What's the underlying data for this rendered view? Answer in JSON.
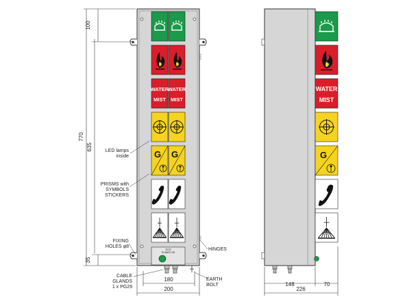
{
  "dimensions": {
    "total_height": "770",
    "prism_height": "635",
    "top_segment": "100",
    "bottom_segment": "35",
    "front_inner_width": "180",
    "front_total_width": "200",
    "side_body_width": "148",
    "side_total_width": "226",
    "side_prism_depth": "70"
  },
  "callouts": {
    "led_lamps": [
      "LED lamps",
      "inside"
    ],
    "prisms": [
      "PRISMS with",
      "SYMBOLS",
      "STICKERS"
    ],
    "fixing_holes": [
      "FIXING",
      "HOLES φ8"
    ],
    "cable_glands": [
      "CABLE",
      "GLANDS",
      "1 x PG29"
    ],
    "hinges": "HINGES",
    "earth_bolt": [
      "EARTH",
      "BOLT"
    ]
  },
  "panel_text": {
    "water_mist": [
      "WATER",
      "MIST"
    ],
    "g_letter": "G",
    "push_button": [
      "TEST",
      "POWER ON"
    ]
  },
  "colors": {
    "green": "#1a9a4a",
    "red": "#d91e2a",
    "yellow": "#f5d320",
    "white": "#ffffff",
    "housing": "#d6d6d6",
    "line": "#333333"
  },
  "symbols": [
    "car-wash-icon",
    "fire-flame-icon",
    "water-mist-text",
    "crosshair-target-icon",
    "gas-g-person-icon",
    "telephone-handset-icon",
    "sprinkler-fan-icon"
  ]
}
